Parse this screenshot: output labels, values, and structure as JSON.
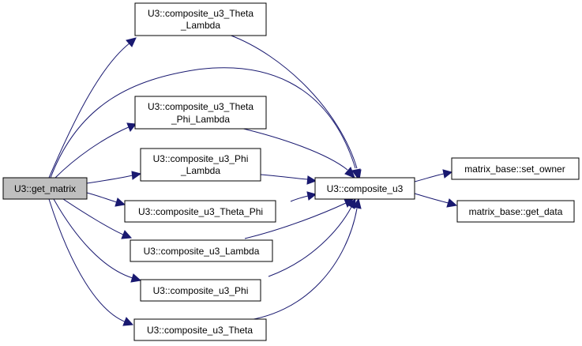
{
  "colors": {
    "edge": "#191970",
    "node_border": "#000000",
    "node_fill": "#ffffff",
    "root_fill": "#bfbfbf"
  },
  "nodes": {
    "get_matrix": "U3::get_matrix",
    "theta_lambda": [
      "U3::composite_u3_Theta",
      "_Lambda"
    ],
    "theta_phi_lambda": [
      "U3::composite_u3_Theta",
      "_Phi_Lambda"
    ],
    "phi_lambda": [
      "U3::composite_u3_Phi",
      "_Lambda"
    ],
    "theta_phi": "U3::composite_u3_Theta_Phi",
    "lambda": "U3::composite_u3_Lambda",
    "phi": "U3::composite_u3_Phi",
    "theta": "U3::composite_u3_Theta",
    "composite": "U3::composite_u3",
    "set_owner": "matrix_base::set_owner",
    "get_data": "matrix_base::get_data"
  }
}
